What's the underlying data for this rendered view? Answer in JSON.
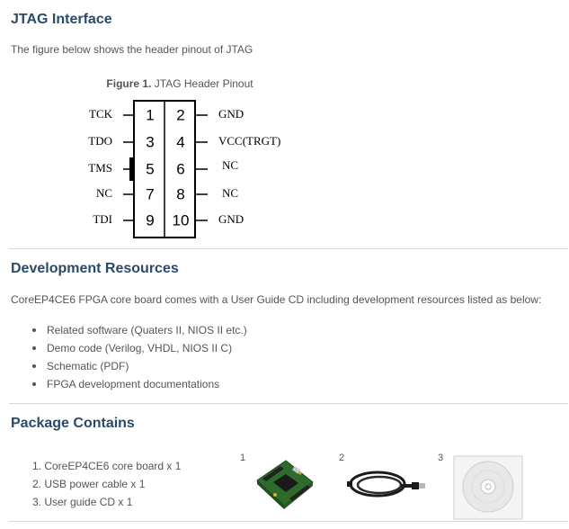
{
  "jtag": {
    "title": "JTAG Interface",
    "intro": "The figure below shows the header pinout of JTAG",
    "figure_label": "Figure 1.",
    "figure_caption": "JTAG Header Pinout",
    "left_signals": [
      "TCK",
      "TDO",
      "TMS",
      "NC",
      "TDI"
    ],
    "right_signals": [
      "GND",
      "VCC(TRGT)",
      "NC",
      "NC",
      "GND"
    ],
    "odd_pins": [
      "1",
      "3",
      "5",
      "7",
      "9"
    ],
    "even_pins": [
      "2",
      "4",
      "6",
      "8",
      "10"
    ]
  },
  "dev": {
    "title": "Development Resources",
    "intro": "CoreEP4CE6 FPGA core board comes with a User Guide CD including development resources listed as below:",
    "items": [
      "Related software (Quaters II, NIOS II etc.)",
      "Demo code (Verilog, VHDL, NIOS II C)",
      "Schematic (PDF)",
      "FPGA development documentations"
    ]
  },
  "pkg": {
    "title": "Package Contains",
    "items": [
      "1.  CoreEP4CE6 core board x 1",
      "2.  USB power cable x 1",
      "3.  User guide CD x 1"
    ],
    "photo_numbers": [
      "1",
      "2",
      "3"
    ]
  }
}
